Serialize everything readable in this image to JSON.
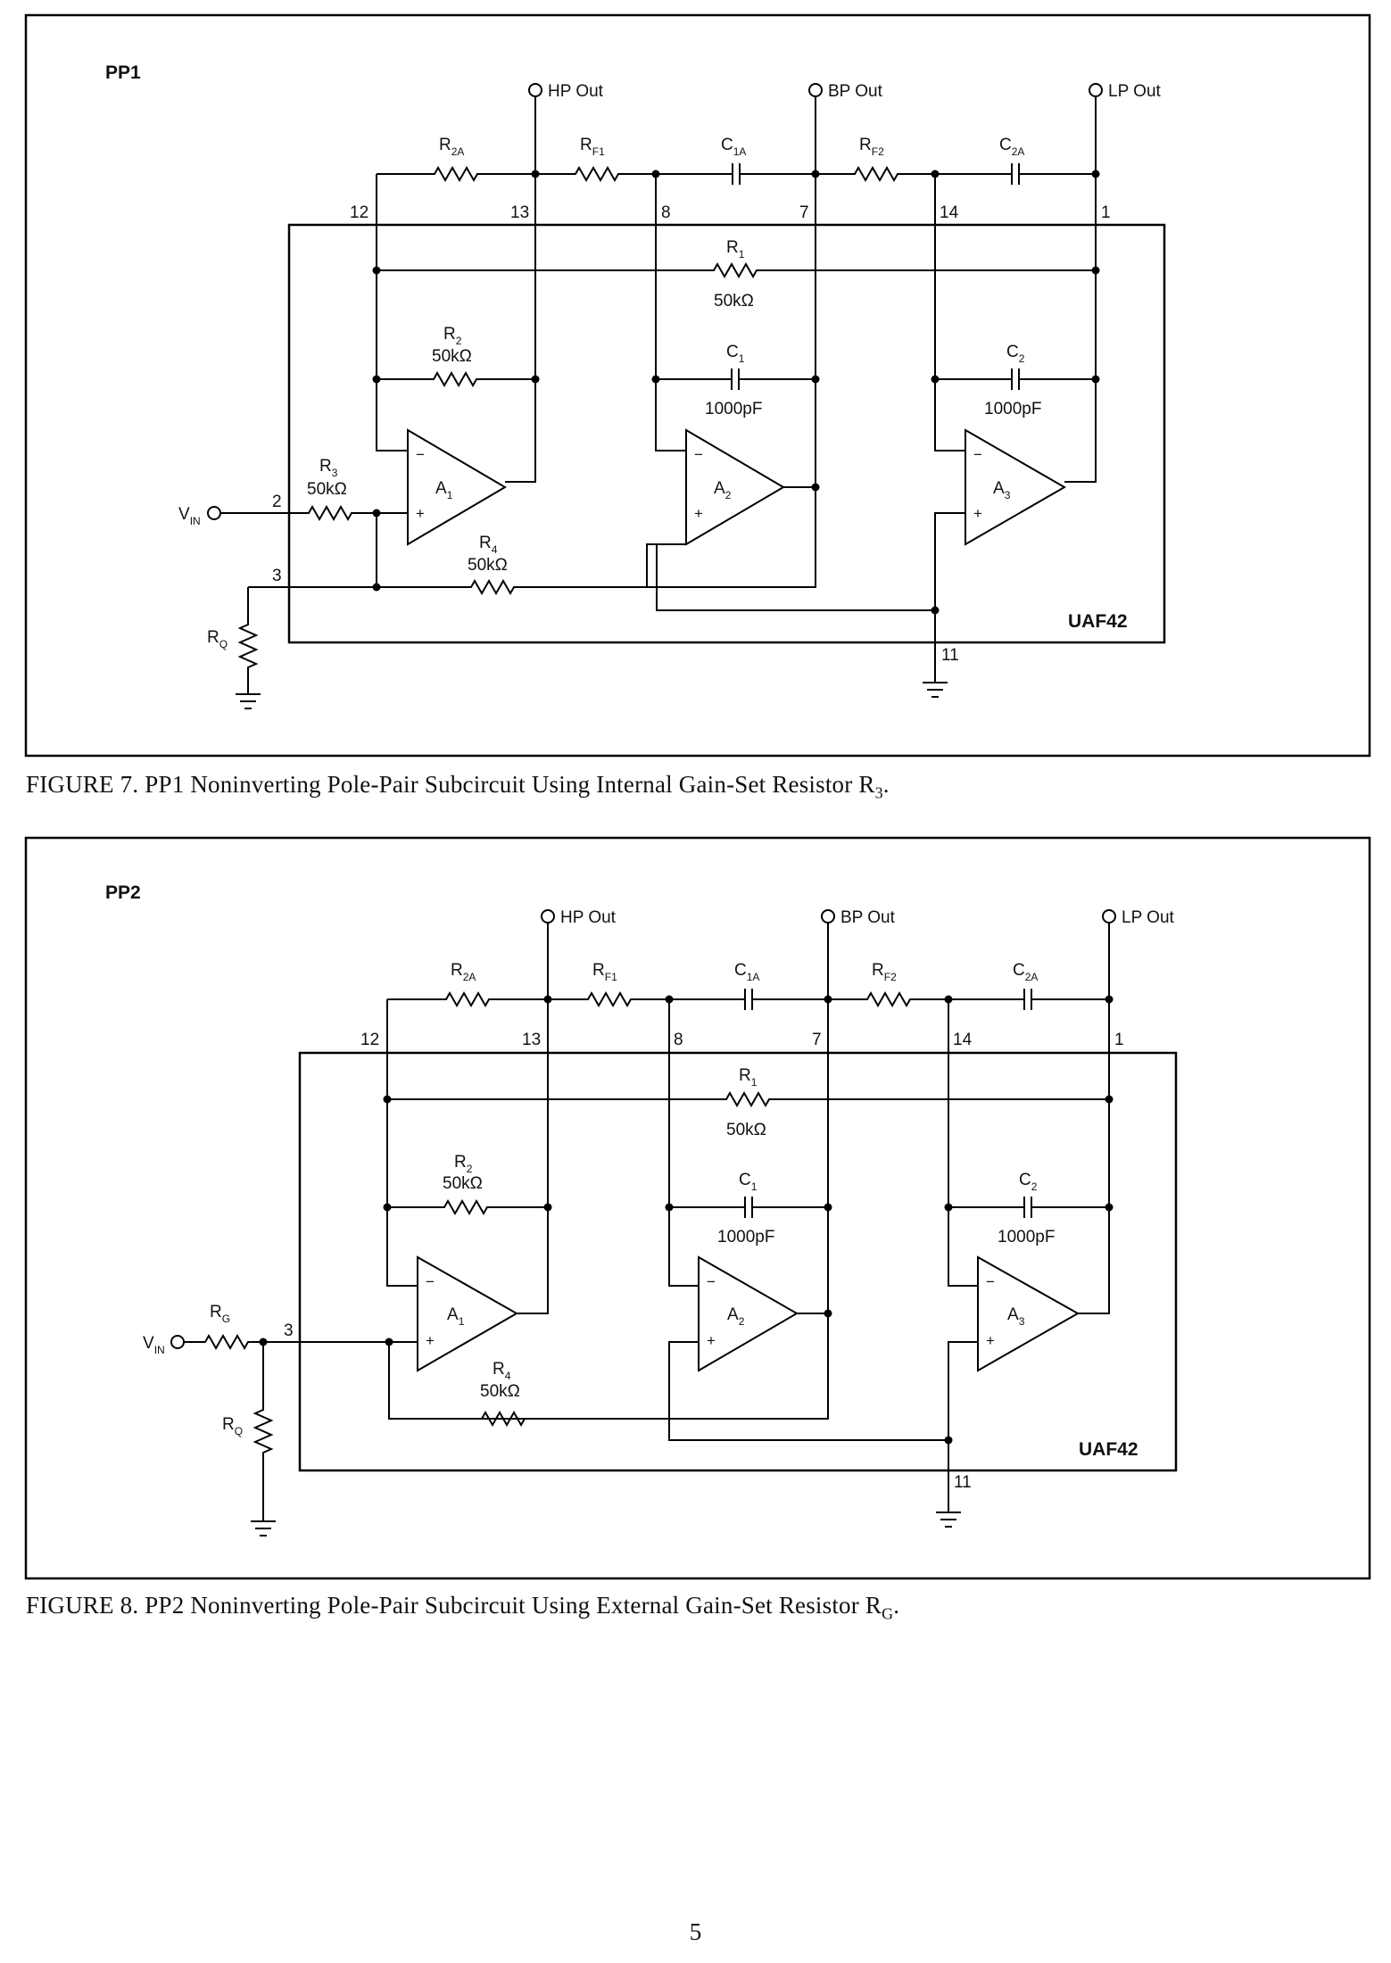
{
  "figure7": {
    "panel": "PP1",
    "chip": "UAF42",
    "outputs": {
      "hp": "HP Out",
      "bp": "BP Out",
      "lp": "LP Out"
    },
    "vin": {
      "main": "V",
      "sub": "IN"
    },
    "rq": {
      "main": "R",
      "sub": "Q"
    },
    "pins": {
      "p12": "12",
      "p13": "13",
      "p8": "8",
      "p7": "7",
      "p14": "14",
      "p1": "1",
      "p2": "2",
      "p3": "3",
      "p11": "11"
    },
    "components": {
      "r2a": {
        "main": "R",
        "sub": "2A"
      },
      "rf1": {
        "main": "R",
        "sub": "F1"
      },
      "c1a": {
        "main": "C",
        "sub": "1A"
      },
      "rf2": {
        "main": "R",
        "sub": "F2"
      },
      "c2a": {
        "main": "C",
        "sub": "2A"
      },
      "r1": {
        "main": "R",
        "sub": "1",
        "value": "50kΩ"
      },
      "r2": {
        "main": "R",
        "sub": "2",
        "value": "50kΩ"
      },
      "c1": {
        "main": "C",
        "sub": "1",
        "value": "1000pF"
      },
      "c2": {
        "main": "C",
        "sub": "2",
        "value": "1000pF"
      },
      "r3": {
        "main": "R",
        "sub": "3",
        "value": "50kΩ"
      },
      "r4": {
        "main": "R",
        "sub": "4",
        "value": "50kΩ"
      },
      "a1": {
        "main": "A",
        "sub": "1"
      },
      "a2": {
        "main": "A",
        "sub": "2"
      },
      "a3": {
        "main": "A",
        "sub": "3"
      }
    },
    "caption": {
      "text": "FIGURE 7. PP1 Noninverting Pole-Pair Subcircuit Using Internal Gain-Set Resistor R",
      "sub": "3",
      "end": "."
    }
  },
  "figure8": {
    "panel": "PP2",
    "chip": "UAF42",
    "outputs": {
      "hp": "HP Out",
      "bp": "BP Out",
      "lp": "LP Out"
    },
    "vin": {
      "main": "V",
      "sub": "IN"
    },
    "rq": {
      "main": "R",
      "sub": "Q"
    },
    "rg": {
      "main": "R",
      "sub": "G"
    },
    "pins": {
      "p12": "12",
      "p13": "13",
      "p8": "8",
      "p7": "7",
      "p14": "14",
      "p1": "1",
      "p3": "3",
      "p11": "11"
    },
    "components": {
      "r2a": {
        "main": "R",
        "sub": "2A"
      },
      "rf1": {
        "main": "R",
        "sub": "F1"
      },
      "c1a": {
        "main": "C",
        "sub": "1A"
      },
      "rf2": {
        "main": "R",
        "sub": "F2"
      },
      "c2a": {
        "main": "C",
        "sub": "2A"
      },
      "r1": {
        "main": "R",
        "sub": "1",
        "value": "50kΩ"
      },
      "r2": {
        "main": "R",
        "sub": "2",
        "value": "50kΩ"
      },
      "c1": {
        "main": "C",
        "sub": "1",
        "value": "1000pF"
      },
      "c2": {
        "main": "C",
        "sub": "2",
        "value": "1000pF"
      },
      "r4": {
        "main": "R",
        "sub": "4",
        "value": "50kΩ"
      },
      "a1": {
        "main": "A",
        "sub": "1"
      },
      "a2": {
        "main": "A",
        "sub": "2"
      },
      "a3": {
        "main": "A",
        "sub": "3"
      }
    },
    "caption": {
      "text": "FIGURE 8. PP2 Noninverting Pole-Pair Subcircuit Using External Gain-Set Resistor R",
      "sub": "G",
      "end": "."
    }
  },
  "opamp_symbols": {
    "minus": "−",
    "plus": "+"
  },
  "page_number": "5"
}
